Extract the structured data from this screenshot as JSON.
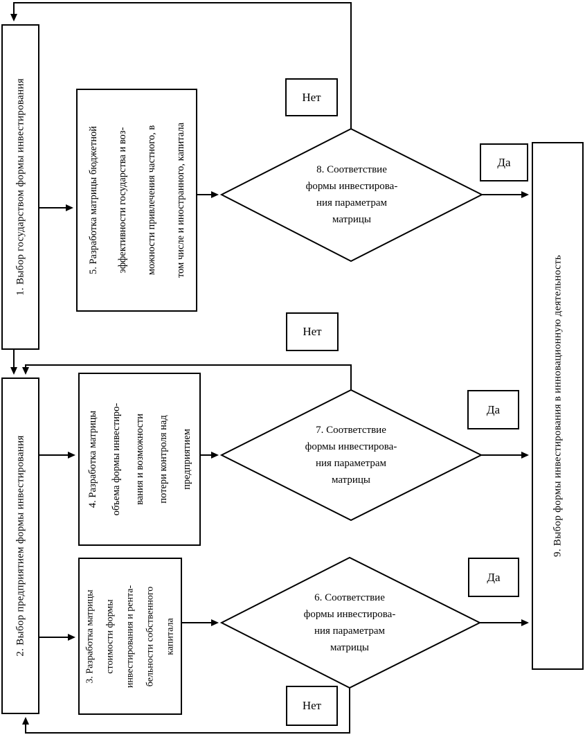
{
  "diagram": {
    "boxes": {
      "b1": {
        "label": "1. Выбор государством формы инвестирования"
      },
      "b2": {
        "label": "2. Выбор предприятием формы инвестирования"
      },
      "b9": {
        "label": "9. Выбор формы инвестирования в инновационную деятельность"
      },
      "b5": {
        "lines": [
          "5. Разработка матрицы бюджетной",
          "эффективности государства и воз-",
          "можности привлечения частного, в",
          "том числе и иностранного, капитала"
        ]
      },
      "b4": {
        "lines": [
          "4. Разработка матрицы",
          "объема формы инвестиро-",
          "вания и возможности",
          "потери контроля над",
          "предприятием"
        ]
      },
      "b3": {
        "lines": [
          "3. Разработка матрицы",
          "стоимости формы",
          "инвестирования и рента-",
          "бельности собственного",
          "капитала"
        ]
      }
    },
    "diamonds": {
      "d8": {
        "lines": [
          "8. Соответствие",
          "формы инвестирова-",
          "ния параметрам",
          "матрицы"
        ]
      },
      "d7": {
        "lines": [
          "7. Соответствие",
          "формы инвестирова-",
          "ния параметрам",
          "матрицы"
        ]
      },
      "d6": {
        "lines": [
          "6. Соответствие",
          "формы инвестирова-",
          "ния параметрам",
          "матрицы"
        ]
      }
    },
    "labels": {
      "yes": "Да",
      "no": "Нет"
    },
    "line_color": "#000000",
    "background_color": "#ffffff"
  }
}
